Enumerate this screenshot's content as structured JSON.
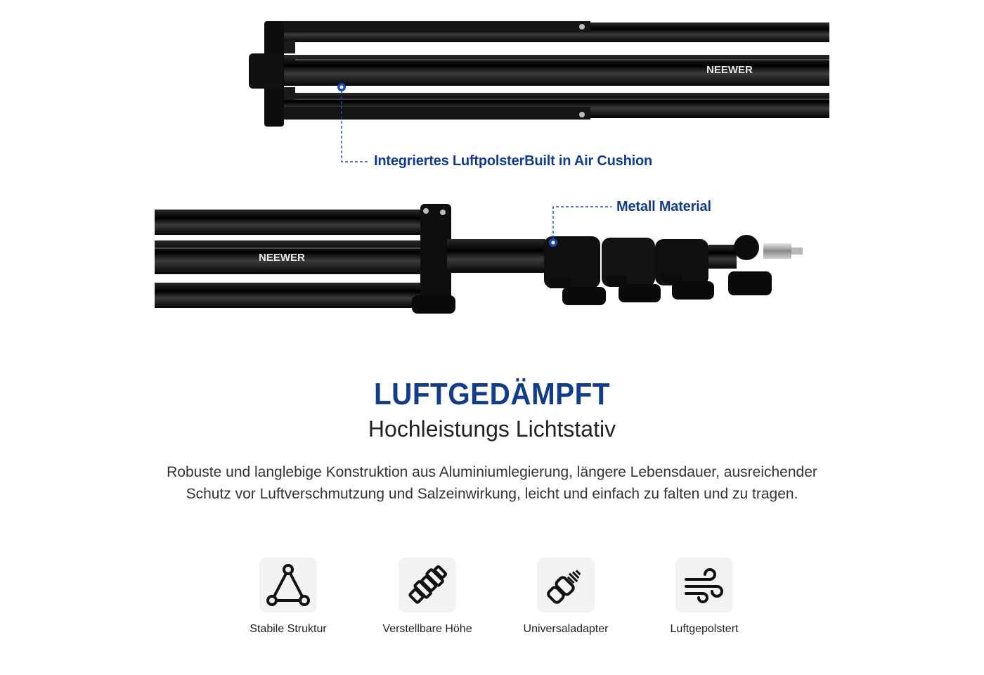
{
  "colors": {
    "accent": "#123c8c",
    "tile_bg": "#f2f2f2",
    "metal": "#0b0b0b",
    "text": "#222222"
  },
  "brand": {
    "logo_text": "NEEWER"
  },
  "callouts": [
    {
      "label": "Integriertes LuftpolsterBuilt in Air Cushion"
    },
    {
      "label": "Metall Material"
    }
  ],
  "hero": {
    "title": "LUFTGEDÄMPFT",
    "subtitle": "Hochleistungs Lichtstativ",
    "description_line1": "Robuste und langlebige Konstruktion aus Aluminiumlegierung, längere Lebensdauer, ausreichender",
    "description_line2": "Schutz vor Luftverschmutzung und Salzeinwirkung, leicht und einfach zu falten und zu tragen."
  },
  "features": [
    {
      "label": "Stabile Struktur",
      "icon": "triangle-structure-icon"
    },
    {
      "label": "Verstellbare Höhe",
      "icon": "adjustable-height-icon"
    },
    {
      "label": "Universaladapter",
      "icon": "universal-adapter-icon"
    },
    {
      "label": "Luftgepolstert",
      "icon": "air-cushion-icon"
    }
  ]
}
